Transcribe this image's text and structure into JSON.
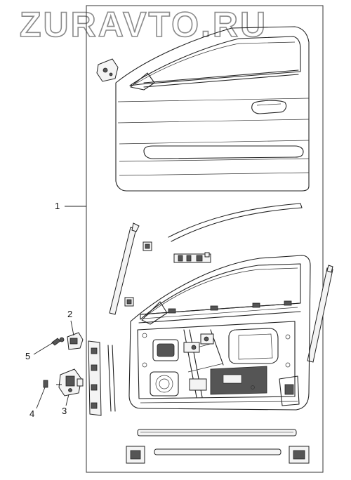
{
  "watermark": "ZURAVTO.RU",
  "callouts": [
    {
      "id": "1",
      "label": "1"
    },
    {
      "id": "2",
      "label": "2"
    },
    {
      "id": "3",
      "label": "3"
    },
    {
      "id": "4",
      "label": "4"
    },
    {
      "id": "5",
      "label": "5"
    }
  ]
}
